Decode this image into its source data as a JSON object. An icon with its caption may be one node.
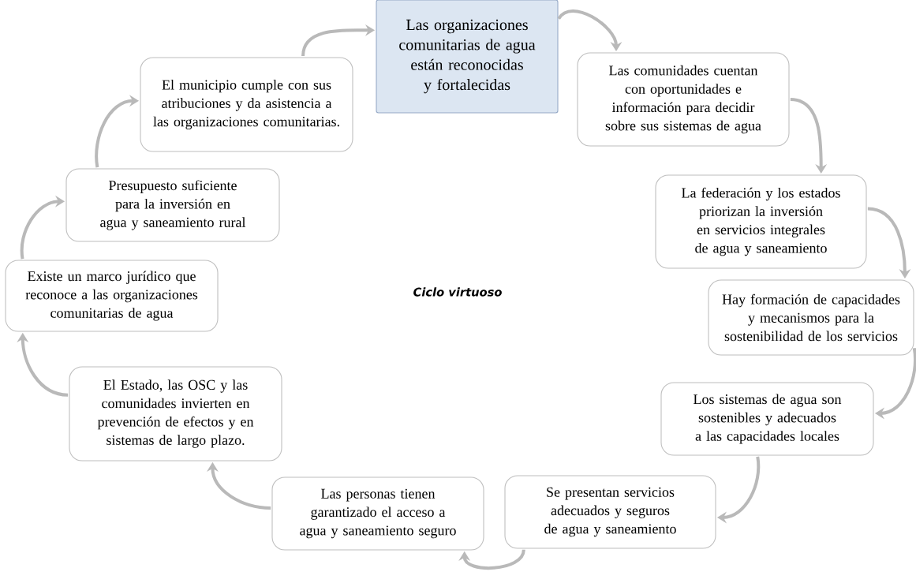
{
  "diagram": {
    "nodes": [
      {
        "text": [
          "Las organizaciones comunitarias de agua están reconocidas y fortalecidas"
        ]
      },
      {
        "text": [
          "Las comunidades cuentan con oportunidades e información para decidir sobre sus sistemas de agua"
        ]
      },
      {
        "text": [
          "La federación y los estados priorizan la inversión en servicios integrales de agua y saneamiento"
        ]
      },
      {
        "text": [
          "Hay formación de capacidades y mecanismos para la sostenibilidad de los servicios"
        ]
      },
      {
        "text": [
          "Los sistemas de agua son sostenibles y adecuados a las capacidades locales"
        ]
      },
      {
        "text": [
          "Se presentan servicios adecuados y seguros de agua y saneamiento"
        ]
      },
      {
        "text": [
          "Las personas tienen garantizado el acceso a agua y saneamiento seguro"
        ]
      },
      {
        "text": [
          "El Estado, las OSC y las comunidades invierten en prevención de efectos y en sistemas de largo plazo."
        ]
      },
      {
        "text": [
          "Existe un marco jurídico que reconoce a las organizaciones comunitarias de agua"
        ]
      },
      {
        "text": [
          "Presupuesto suficiente para la inversión en agua y saneamiento rural"
        ]
      },
      {
        "text": [
          "El municipio cumple con sus atribuciones y da asistencia a las organizaciones comunitarias."
        ]
      }
    ],
    "edges": [
      {
        "from": 0,
        "to": 1,
        "arrow": "to"
      },
      {
        "from": 1,
        "to": 2,
        "arrow": "to"
      },
      {
        "from": 2,
        "to": 3,
        "arrow": "to"
      },
      {
        "from": 3,
        "to": 4,
        "arrow": "to"
      },
      {
        "from": 4,
        "to": 5,
        "arrow": "to"
      },
      {
        "from": 5,
        "to": 6,
        "arrow": "to"
      },
      {
        "from": 6,
        "to": 7,
        "arrow": "to"
      },
      {
        "from": 7,
        "to": 8,
        "arrow": "to"
      },
      {
        "from": 8,
        "to": 9,
        "arrow": "to"
      },
      {
        "from": 9,
        "to": 10,
        "arrow": "to"
      },
      {
        "from": 10,
        "to": 0,
        "arrow": "to"
      }
    ],
    "labels": [
      "Ciclo virtuoso"
    ]
  }
}
